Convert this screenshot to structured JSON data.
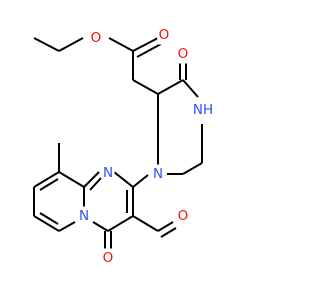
{
  "colors": {
    "carbon": "#000000",
    "oxygen": "#ff0d0d",
    "nitrogen": "#3050f8",
    "background": "#ffffff"
  },
  "atoms": {
    "ester_o_single": "O",
    "ester_o_double": "O",
    "lactam_o": "O",
    "lactam_nh": "NH",
    "piperazine_n": "N",
    "pyrimidine_n": "N",
    "bridgehead_n": "N",
    "aldehyde_o": "O",
    "pyrimidinone_o": "O"
  }
}
